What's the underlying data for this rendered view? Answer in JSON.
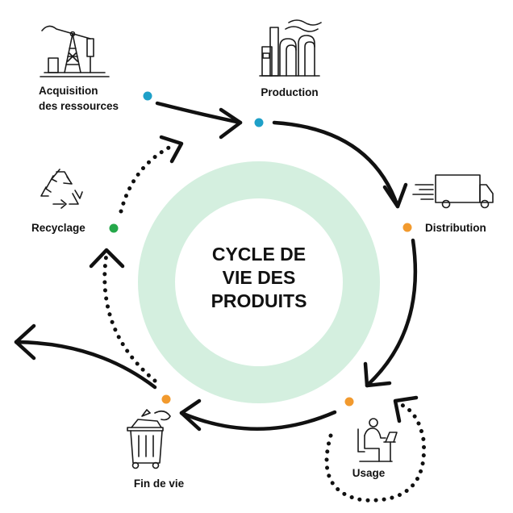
{
  "diagram": {
    "title_lines": [
      "CYCLE DE",
      "VIE DES",
      "PRODUITS"
    ],
    "colors": {
      "ring": "#d4efdf",
      "stroke": "#111111",
      "blue": "#1ea0c8",
      "orange": "#f29a2e",
      "green": "#25a84a"
    },
    "stages": [
      {
        "id": "acquisition",
        "label_lines": [
          "Acquisition",
          "des ressources"
        ],
        "icon": "oil-pump-icon",
        "dot_color": "blue"
      },
      {
        "id": "production",
        "label_lines": [
          "Production"
        ],
        "icon": "factory-icon",
        "dot_color": "blue"
      },
      {
        "id": "distribution",
        "label_lines": [
          "Distribution"
        ],
        "icon": "truck-icon",
        "dot_color": "orange"
      },
      {
        "id": "usage",
        "label_lines": [
          "Usage"
        ],
        "icon": "person-at-desk-icon",
        "dot_color": "orange"
      },
      {
        "id": "fin-de-vie",
        "label_lines": [
          "Fin de vie"
        ],
        "icon": "trash-bin-icon",
        "dot_color": "orange"
      },
      {
        "id": "recyclage",
        "label_lines": [
          "Recyclage"
        ],
        "icon": "recycle-icon",
        "dot_color": "green"
      }
    ]
  }
}
